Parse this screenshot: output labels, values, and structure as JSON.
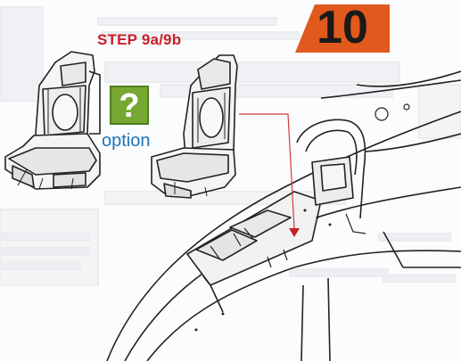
{
  "step_badge": {
    "number": "10",
    "color": "#e1591d"
  },
  "step_title": "STEP 9a/9b",
  "option": {
    "mark": "?",
    "label": "option",
    "color": "#78a834"
  },
  "colors": {
    "accent_red": "#c8202a",
    "option_blue": "#1d73b8",
    "line": "#222222"
  },
  "icons": [
    "ejection-seat-9a",
    "ejection-seat-9b",
    "cockpit-fuselage",
    "pointer-arrow"
  ]
}
